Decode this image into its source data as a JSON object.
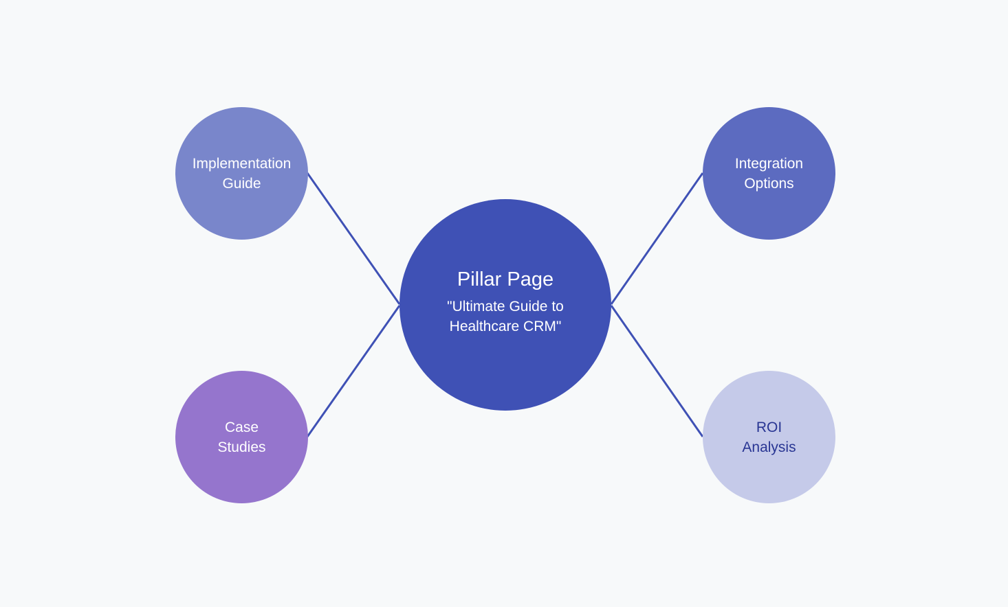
{
  "colors": {
    "background": "#f7f9fa",
    "connector": "#3f51b5",
    "pillar": "#3f51b5",
    "implementation": "#7986cb",
    "integration": "#5c6bc0",
    "case_studies": "#9575cd",
    "roi": "#c5cae9",
    "roi_text": "#283593"
  },
  "pillar": {
    "title": "Pillar Page",
    "subtitle_line1": "\"Ultimate Guide to",
    "subtitle_line2": "Healthcare CRM\""
  },
  "clusters": {
    "implementation": {
      "line1": "Implementation",
      "line2": "Guide"
    },
    "integration": {
      "line1": "Integration",
      "line2": "Options"
    },
    "case_studies": {
      "line1": "Case",
      "line2": "Studies"
    },
    "roi": {
      "line1": "ROI",
      "line2": "Analysis"
    }
  }
}
